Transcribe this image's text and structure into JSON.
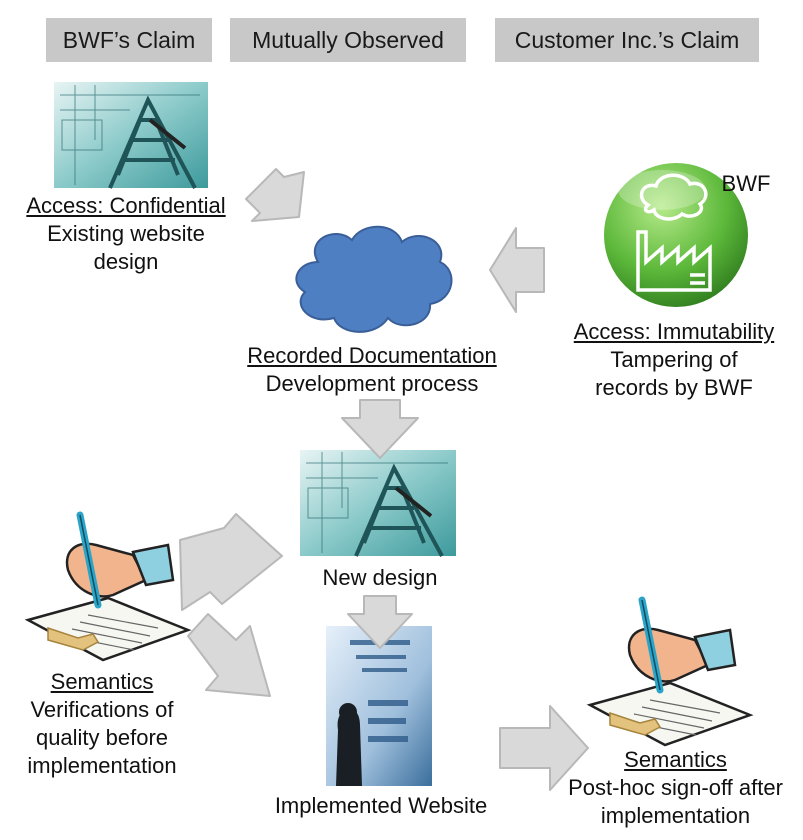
{
  "headers": {
    "bwf_claim": "BWF’s Claim",
    "mutually_observed": "Mutually Observed",
    "customer_claim": "Customer Inc.’s Claim"
  },
  "confidential": {
    "heading": "Access: Confidential",
    "line1": "Existing website",
    "line2": "design"
  },
  "immutability": {
    "badge": "BWF",
    "heading": "Access: Immutability",
    "line1": "Tampering of",
    "line2": "records by BWF"
  },
  "recorded": {
    "heading": "Recorded Documentation",
    "line1": "Development process"
  },
  "new_design": {
    "label": "New design"
  },
  "semantics_left": {
    "heading": "Semantics",
    "line1": "Verifications of",
    "line2": "quality before",
    "line3": "implementation"
  },
  "implemented": {
    "label": "Implemented Website"
  },
  "semantics_right": {
    "heading": "Semantics",
    "line1": "Post-hoc sign-off after",
    "line2": "implementation"
  },
  "colors": {
    "header_bg": "#c8c8c8",
    "cloud_fill": "#4f7fc3",
    "cloud_stroke": "#3a5f98",
    "arrow_fill": "#d9d9d9",
    "arrow_stroke": "#b8b8b8",
    "badge_green": "#5cb83a",
    "design_teal": "#5fb5b5"
  },
  "icons": [
    "blueprint-image",
    "factory-badge-icon",
    "cloud-shape",
    "signing-hand-icon",
    "website-screenshot-image"
  ]
}
